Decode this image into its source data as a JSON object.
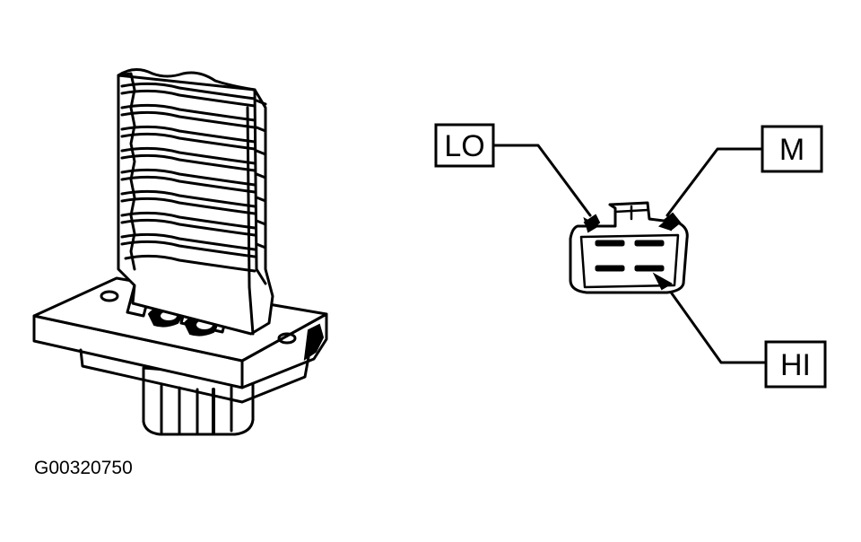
{
  "figure": {
    "caption": "G00320750"
  },
  "connector_labels": {
    "lo": "LO",
    "m": "M",
    "hi": "HI"
  },
  "colors": {
    "ink": "#000000",
    "background": "#ffffff"
  }
}
